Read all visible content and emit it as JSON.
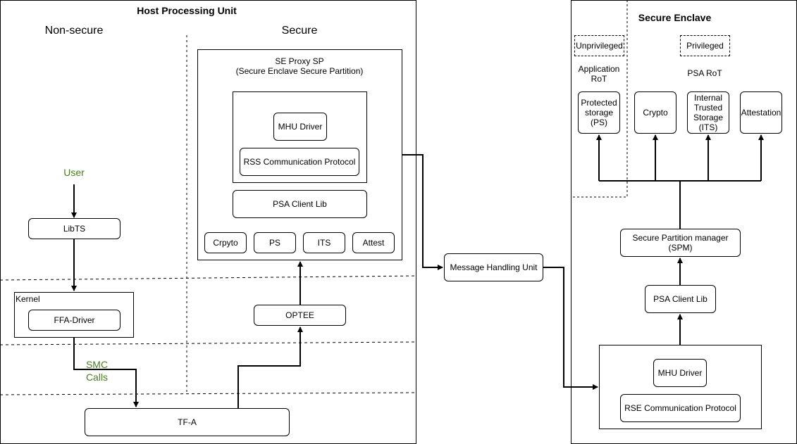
{
  "host": {
    "title": "Host Processing Unit",
    "nonsecure_label": "Non-secure",
    "secure_label": "Secure",
    "user_label": "User",
    "libts": "LibTS",
    "kernel": "Kernel",
    "ffa_driver": "FFA-Driver",
    "smc_calls": "SMC\nCalls",
    "tfa": "TF-A",
    "optee": "OPTEE",
    "se_proxy_title": "SE Proxy SP\n(Secure Enclave Secure Partition)",
    "mhu_driver": "MHU Driver",
    "rss_protocol": "RSS Communication Protocol",
    "psa_client_lib": "PSA Client Lib",
    "services": [
      "Crpyto",
      "PS",
      "ITS",
      "Attest"
    ]
  },
  "mhu_unit": "Message Handling Unit",
  "enclave": {
    "title": "Secure Enclave",
    "unprivileged": "Unprivileged",
    "privileged": "Privileged",
    "app_rot": "Application\nRoT",
    "psa_rot": "PSA RoT",
    "protected_storage": "Protected\nstorage\n(PS)",
    "crypto": "Crypto",
    "its": "Internal\nTrusted\nStorage\n(ITS)",
    "attestation": "Attestation",
    "spm": "Secure Partition manager\n(SPM)",
    "psa_client_lib": "PSA Client Lib",
    "mhu_driver": "MHU Driver",
    "rse_protocol": "RSE Communication Protocol"
  }
}
